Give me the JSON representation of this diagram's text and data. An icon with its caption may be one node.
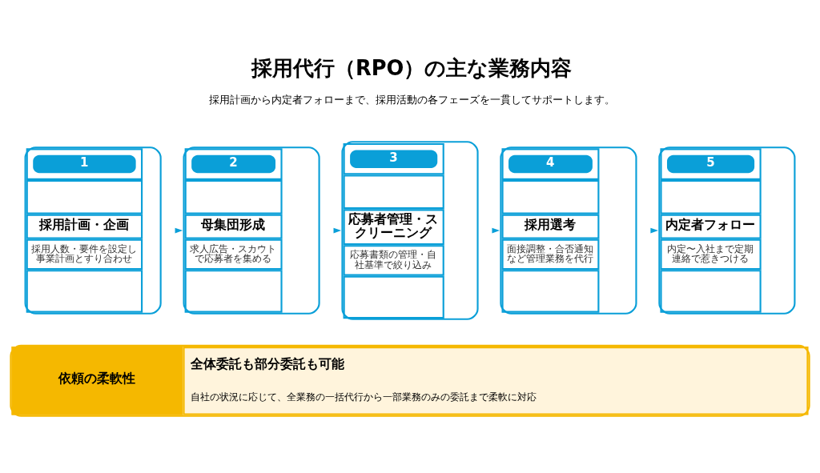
{
  "diagram": {
    "title": "採用代行（RPO）の主な業務内容",
    "nodes": [
      {
        "text": [
          "1",
          "採用計画・企画",
          "採用人数・要件を設定し事業計画とすり合わせ"
        ]
      },
      {
        "text": [
          "2",
          "母集団形成",
          "求人広告・スカウトで応募者を集める"
        ]
      },
      {
        "text": [
          "3",
          "応募者管理・スクリーニング",
          "応募書類の管理・自社基準で絞り込み"
        ]
      },
      {
        "text": [
          "4",
          "採用選考",
          "面接調整・合否通知など管理業務を代行"
        ]
      },
      {
        "text": [
          "5",
          "内定者フォロー",
          "内定〜入社まで定期連絡で惹きつける"
        ]
      },
      {
        "text": [
          "依頼の柔軟性",
          "全体委託も部分委託も可能",
          "自社の状況に応じて、全業務の一括代行から一部業務のみの委託まで柔軟に対応"
        ]
      }
    ],
    "edges": [
      {
        "from": 0,
        "to": 1,
        "arrow": "to"
      },
      {
        "from": 1,
        "to": 2,
        "arrow": "to"
      },
      {
        "from": 2,
        "to": 3,
        "arrow": "to"
      },
      {
        "from": 3,
        "to": 4,
        "arrow": "to"
      }
    ],
    "labels": [
      "採用計画から内定者フォローまで、採用活動の各フェーズを一貫してサポートします。"
    ]
  }
}
